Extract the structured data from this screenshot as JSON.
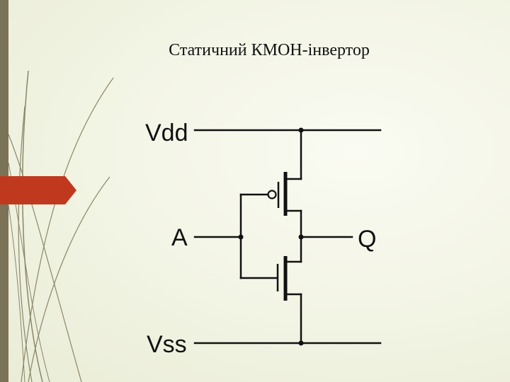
{
  "slide": {
    "title": "Статичний КМОН-інвертор"
  },
  "diagram": {
    "labels": {
      "vdd": "Vdd",
      "vss": "Vss",
      "input": "A",
      "output": "Q"
    }
  },
  "colors": {
    "sidebar": "#7a7358",
    "accent_arrow": "#c0391e",
    "wire": "#111111",
    "decor_lines": "#8a8668"
  }
}
